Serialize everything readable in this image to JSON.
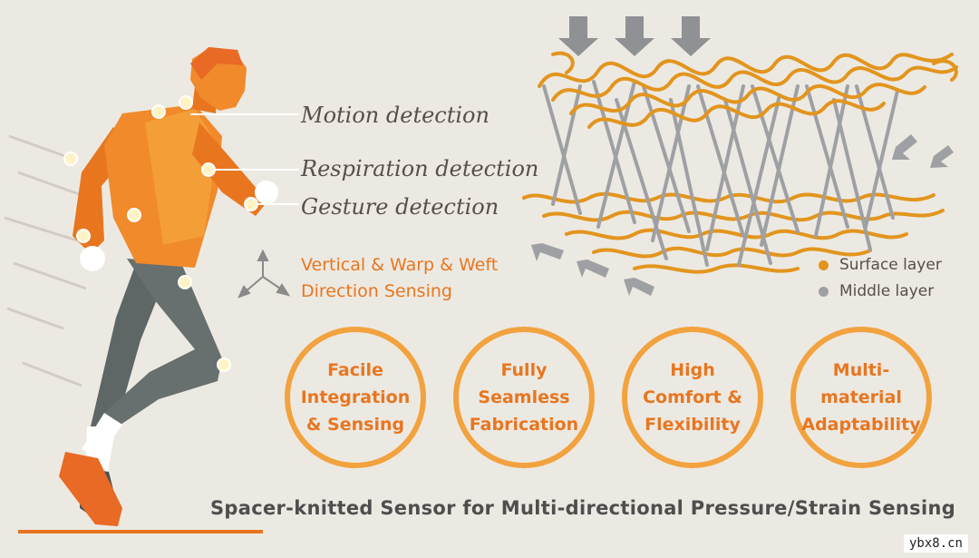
{
  "figure": {
    "detections": [
      {
        "label": "Motion detection"
      },
      {
        "label": "Respiration detection"
      },
      {
        "label": "Gesture detection"
      }
    ],
    "direction_sensing": [
      "Vertical & Warp & Weft",
      "Direction Sensing"
    ],
    "legend": [
      {
        "label": "Surface layer",
        "color": "#E2951E"
      },
      {
        "label": "Middle layer",
        "color": "#9EA0A3"
      }
    ],
    "features": [
      {
        "text": "Facile\nIntegration\n& Sensing"
      },
      {
        "text": "Fully\nSeamless\nFabrication"
      },
      {
        "text": "High\nComfort &\nFlexibility"
      },
      {
        "text": "Multi-\nmaterial\nAdaptability"
      }
    ],
    "caption": "Spacer-knitted Sensor for Multi-directional Pressure/Strain Sensing",
    "watermark": "ybx8.cn",
    "colors": {
      "accent": "#E8761F",
      "ring": "#F2A23E",
      "fiber": "#E2951E",
      "middle": "#9EA0A3",
      "background": "#ECE9E2"
    }
  }
}
